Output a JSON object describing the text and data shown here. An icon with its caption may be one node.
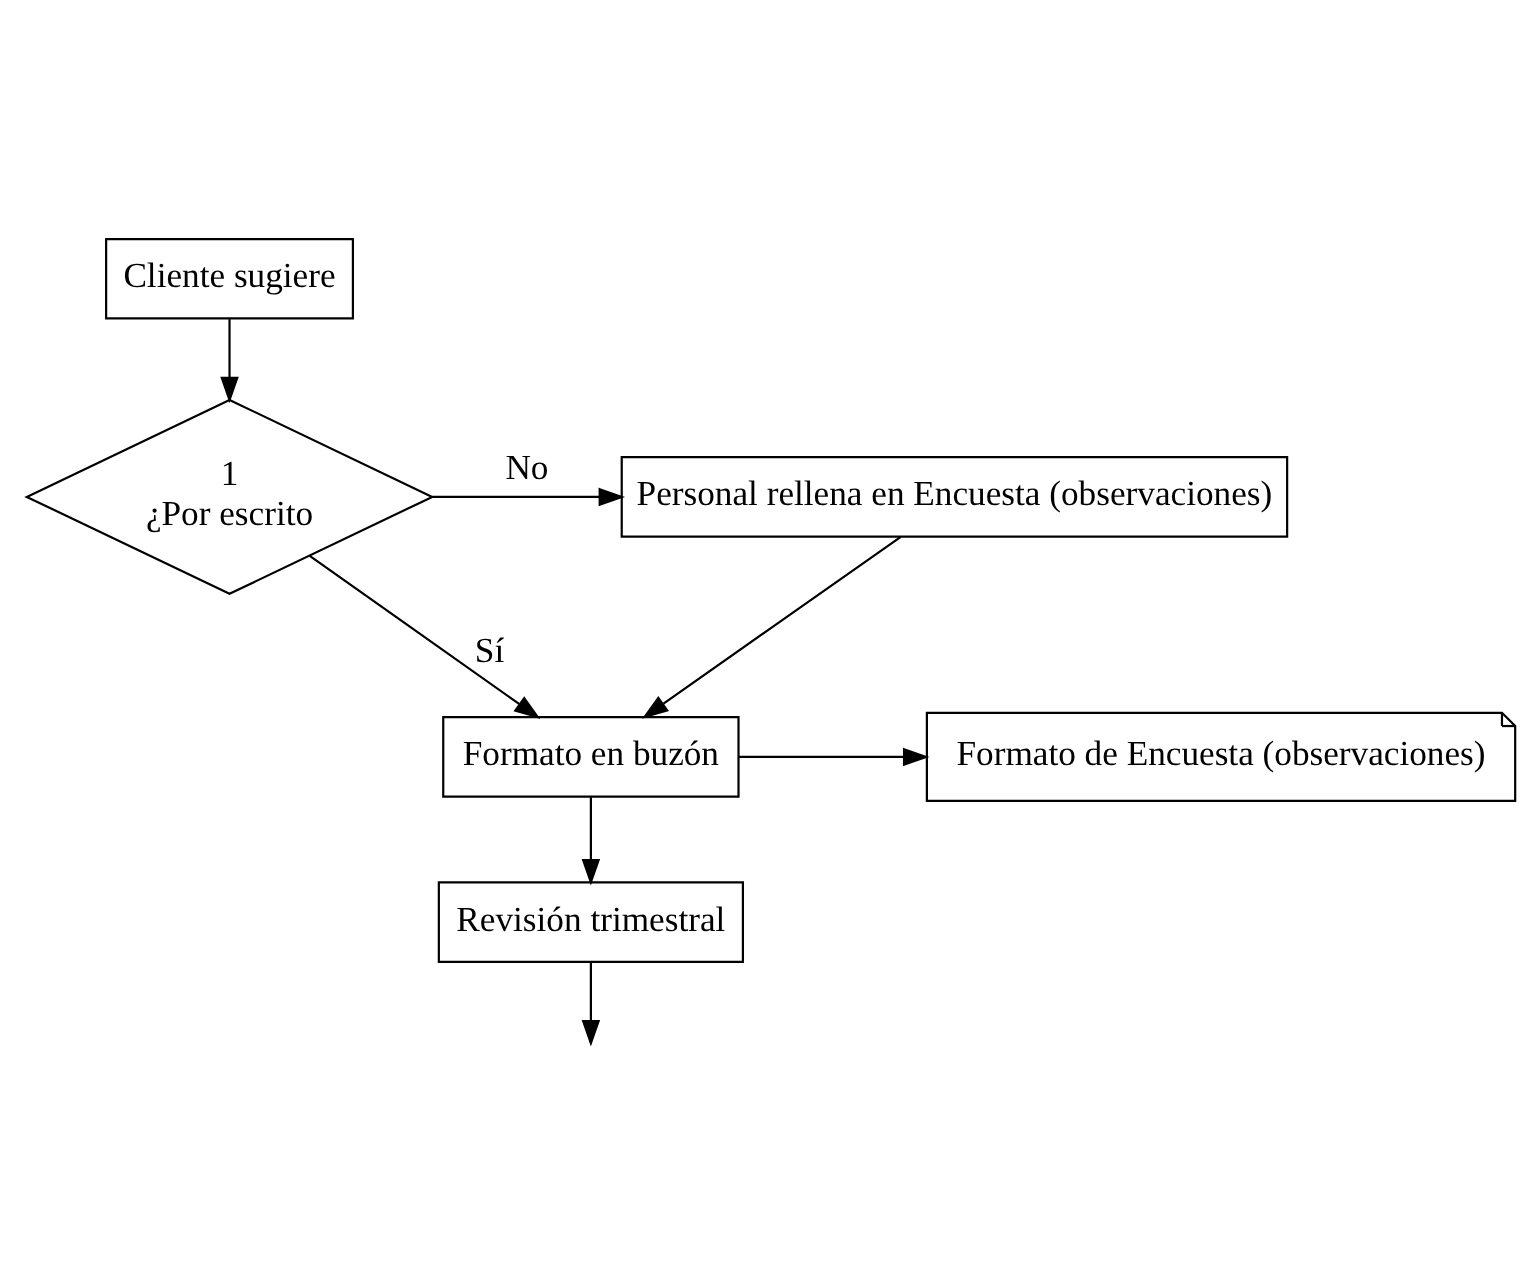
{
  "diagram": {
    "nodes": [
      {
        "text": [
          "Cliente sugiere"
        ]
      },
      {
        "text": [
          "1",
          "¿Por escrito"
        ]
      },
      {
        "text": [
          "Personal rellena en Encuesta (observaciones)"
        ]
      },
      {
        "text": [
          "Formato en buzón"
        ]
      },
      {
        "text": [
          "Formato de Encuesta (observaciones)"
        ]
      },
      {
        "text": [
          "Revisión trimestral"
        ]
      }
    ],
    "edges": [
      {
        "from": 0,
        "to": 1,
        "arrow": "to"
      },
      {
        "from": 1,
        "to": 2,
        "label": "No",
        "arrow": "to"
      },
      {
        "from": 1,
        "to": 3,
        "label": "Sí",
        "arrow": "to"
      },
      {
        "from": 2,
        "to": 3,
        "arrow": "to"
      },
      {
        "from": 3,
        "to": 4,
        "arrow": "to"
      },
      {
        "from": 3,
        "to": 5,
        "arrow": "to"
      },
      {
        "from": 5,
        "to": null,
        "arrow": "to"
      }
    ]
  }
}
